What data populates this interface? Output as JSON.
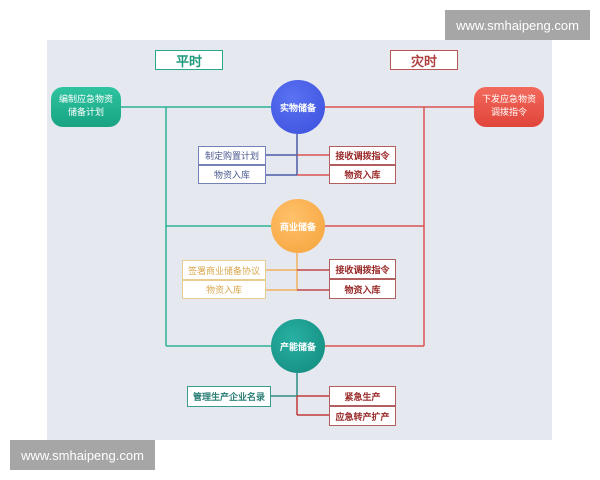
{
  "watermark": {
    "top": "www.smhaipeng.com",
    "bottom": "www.smhaipeng.com"
  },
  "headers": {
    "normal_time": "平时",
    "disaster_time": "灾时"
  },
  "side_nodes": {
    "left": {
      "line1": "编制应急物资",
      "line2": "储备计划"
    },
    "right": {
      "line1": "下发应急物资",
      "line2": "调拨指令"
    }
  },
  "reserves": [
    {
      "label": "实物储备",
      "color": "#4a60e8",
      "normal_items": [
        "制定购置计划",
        "物资入库"
      ],
      "disaster_items": [
        "接收调拨指令",
        "物资入库"
      ]
    },
    {
      "label": "商业储备",
      "color": "#f7ad48",
      "normal_items": [
        "签署商业储备协议",
        "物资入库"
      ],
      "disaster_items": [
        "接收调拨指令",
        "物资入库"
      ]
    },
    {
      "label": "产能储备",
      "color": "#1a9a8d",
      "normal_items": [
        "管理生产企业名录"
      ],
      "disaster_items": [
        "紧急生产",
        "应急转产扩产"
      ]
    }
  ],
  "colors": {
    "normal_line": "#2bb394",
    "disaster_line": "#d9534f",
    "panel_bg": "#e6e8f0"
  }
}
